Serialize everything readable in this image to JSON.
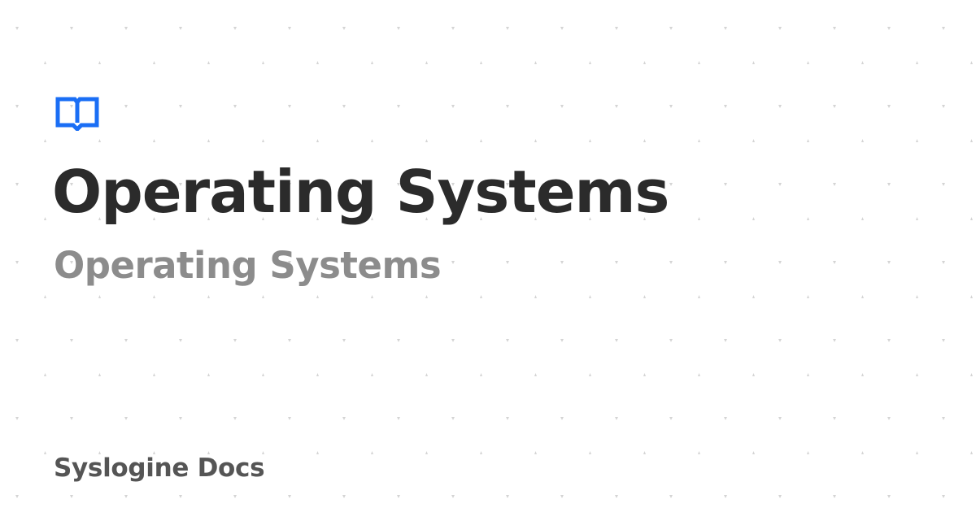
{
  "page": {
    "title": "Operating Systems",
    "subtitle": "Operating Systems",
    "site_name": "Syslogine Docs"
  },
  "logo": {
    "icon": "open-book-icon",
    "color": "#1a6ef5"
  },
  "colors": {
    "background": "#ffffff",
    "title": "#2b2b2b",
    "subtitle": "#8c8c8c",
    "site_name": "#555555",
    "pattern": "#d4d4d4"
  }
}
